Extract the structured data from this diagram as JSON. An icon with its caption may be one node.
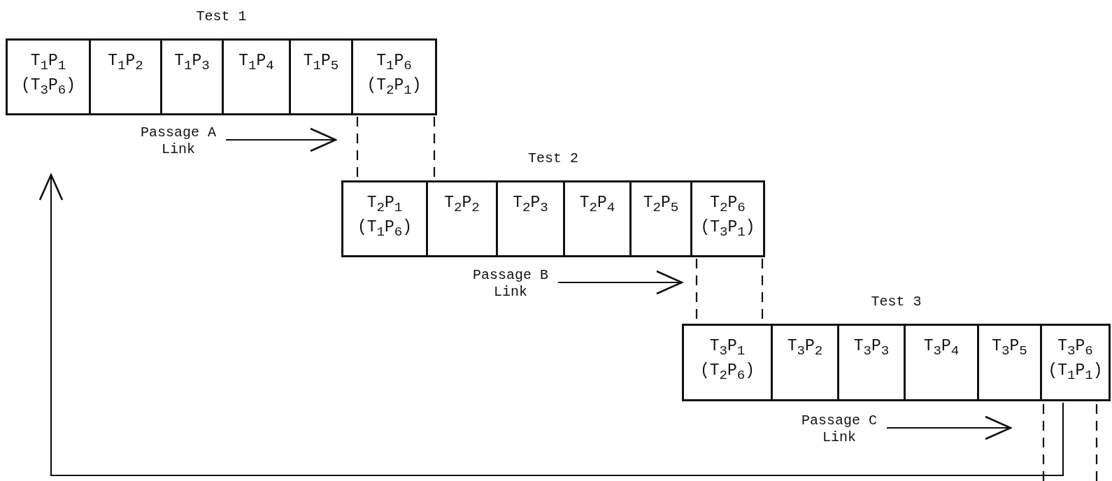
{
  "diagram": {
    "nodes": [
      {
        "text": [
          "Test 1"
        ]
      },
      {
        "text": [
          "T$_{1}$P$_{1}$",
          "(T$_{3}$P$_{6}$)"
        ],
        "in": 0
      },
      {
        "text": [
          "T$_{1}$P$_{2}$"
        ],
        "in": 0
      },
      {
        "text": [
          "T$_{1}$P$_{3}$"
        ],
        "in": 0
      },
      {
        "text": [
          "T$_{1}$P$_{4}$"
        ],
        "in": 0
      },
      {
        "text": [
          "T$_{1}$P$_{5}$"
        ],
        "in": 0
      },
      {
        "text": [
          "T$_{1}$P$_{6}$",
          "(T$_{2}$P$_{1}$)"
        ],
        "in": 0
      },
      {
        "text": [
          "Passage A Link"
        ]
      },
      {
        "text": [
          "Test 2"
        ]
      },
      {
        "text": [
          "T$_{2}$P$_{1}$",
          "(T$_{1}$P$_{6}$)"
        ],
        "in": 8
      },
      {
        "text": [
          "T$_{2}$P$_{2}$"
        ],
        "in": 8
      },
      {
        "text": [
          "T$_{2}$P$_{3}$"
        ],
        "in": 8
      },
      {
        "text": [
          "T$_{2}$P$_{4}$"
        ],
        "in": 8
      },
      {
        "text": [
          "T$_{2}$P$_{5}$"
        ],
        "in": 8
      },
      {
        "text": [
          "T$_{2}$P$_{6}$",
          "(T$_{3}$P$_{1}$)"
        ],
        "in": 8
      },
      {
        "text": [
          "Passage B Link"
        ]
      },
      {
        "text": [
          "Test 3"
        ]
      },
      {
        "text": [
          "T$_{3}$P$_{1}$",
          "(T$_{2}$P$_{6}$)"
        ],
        "in": 16
      },
      {
        "text": [
          "T$_{3}$P$_{2}$"
        ],
        "in": 16
      },
      {
        "text": [
          "T$_{3}$P$_{3}$"
        ],
        "in": 16
      },
      {
        "text": [
          "T$_{3}$P$_{4}$"
        ],
        "in": 16
      },
      {
        "text": [
          "T$_{3}$P$_{5}$"
        ],
        "in": 16
      },
      {
        "text": [
          "T$_{3}$P$_{6}$",
          "(T$_{1}$P$_{1}$)"
        ],
        "in": 16
      },
      {
        "text": [
          "Passage C Link"
        ]
      }
    ],
    "edges": [
      {
        "from": 6,
        "to": 9,
        "arrow": "none",
        "style": "dashed"
      },
      {
        "from": 7,
        "to": 8,
        "arrow": "to"
      },
      {
        "from": 14,
        "to": 17,
        "arrow": "none",
        "style": "dashed"
      },
      {
        "from": 15,
        "to": 8,
        "arrow": "to"
      },
      {
        "from": 22,
        "to": 1,
        "arrow": "to"
      },
      {
        "from": 23,
        "to": 16,
        "arrow": "to"
      },
      {
        "from": 6,
        "to": 10,
        "arrow": "none",
        "style": "dashed"
      },
      {
        "from": 14,
        "to": 17,
        "arrow": "none",
        "style": "dashed"
      }
    ]
  }
}
